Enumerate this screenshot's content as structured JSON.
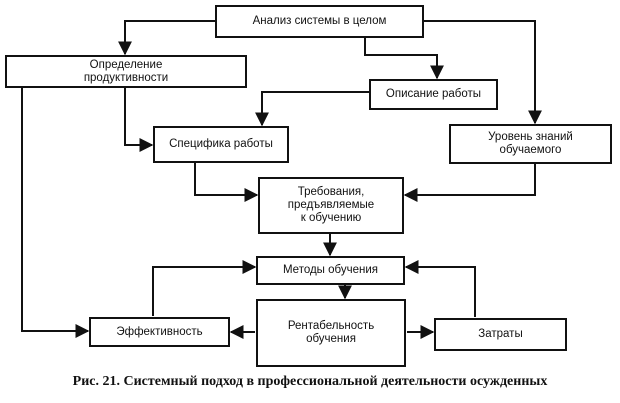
{
  "nodes": {
    "analysis": "Анализ системы в целом",
    "productivity_line1": "Определение",
    "productivity_line2": "продуктивности",
    "job_description": "Описание работы",
    "job_spec": "Специфика работы",
    "trainee_level_line1": "Уровень знаний",
    "trainee_level_line2": "обучаемого",
    "requirements_line1": "Требования,",
    "requirements_line2": "предъявляемые",
    "requirements_line3": "к обучению",
    "methods": "Методы обучения",
    "efficiency": "Эффективность",
    "profitability_line1": "Рентабельность",
    "profitability_line2": "обучения",
    "costs": "Затраты"
  },
  "caption": "Рис. 21. Системный подход в профессиональной деятельности осужденных",
  "line_color": "#111111"
}
